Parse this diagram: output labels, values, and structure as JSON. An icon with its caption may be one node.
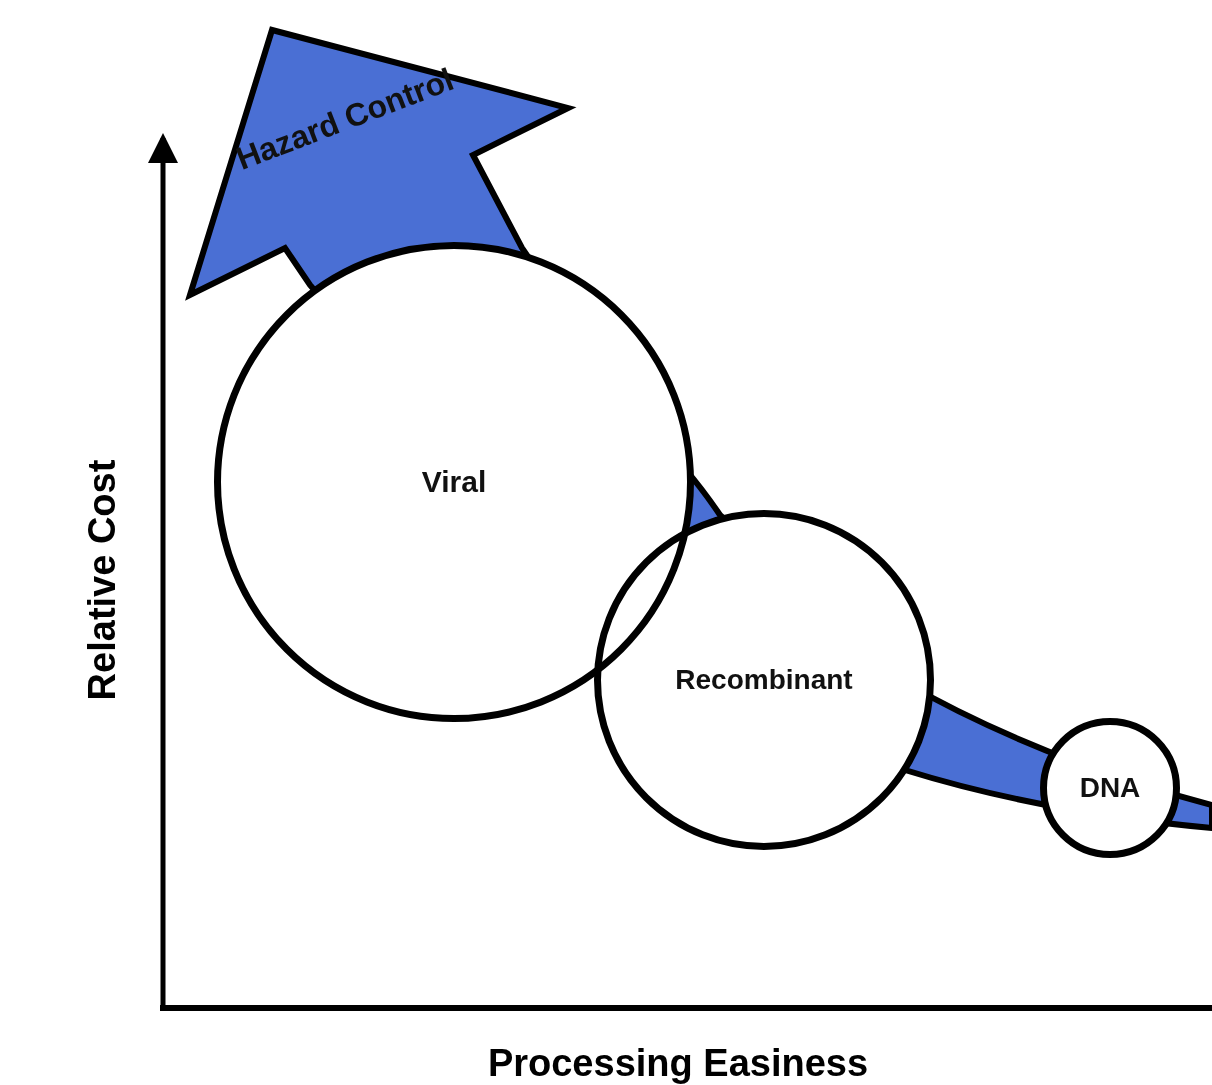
{
  "diagram": {
    "nodes": [
      {
        "text": [
          "Hazard Control"
        ]
      },
      {
        "text": [
          "Viral"
        ]
      },
      {
        "text": [
          "Recombinant"
        ]
      },
      {
        "text": [
          "DNA"
        ]
      }
    ],
    "labels": [
      "Relative Cost",
      "Processing Easiness"
    ]
  }
}
